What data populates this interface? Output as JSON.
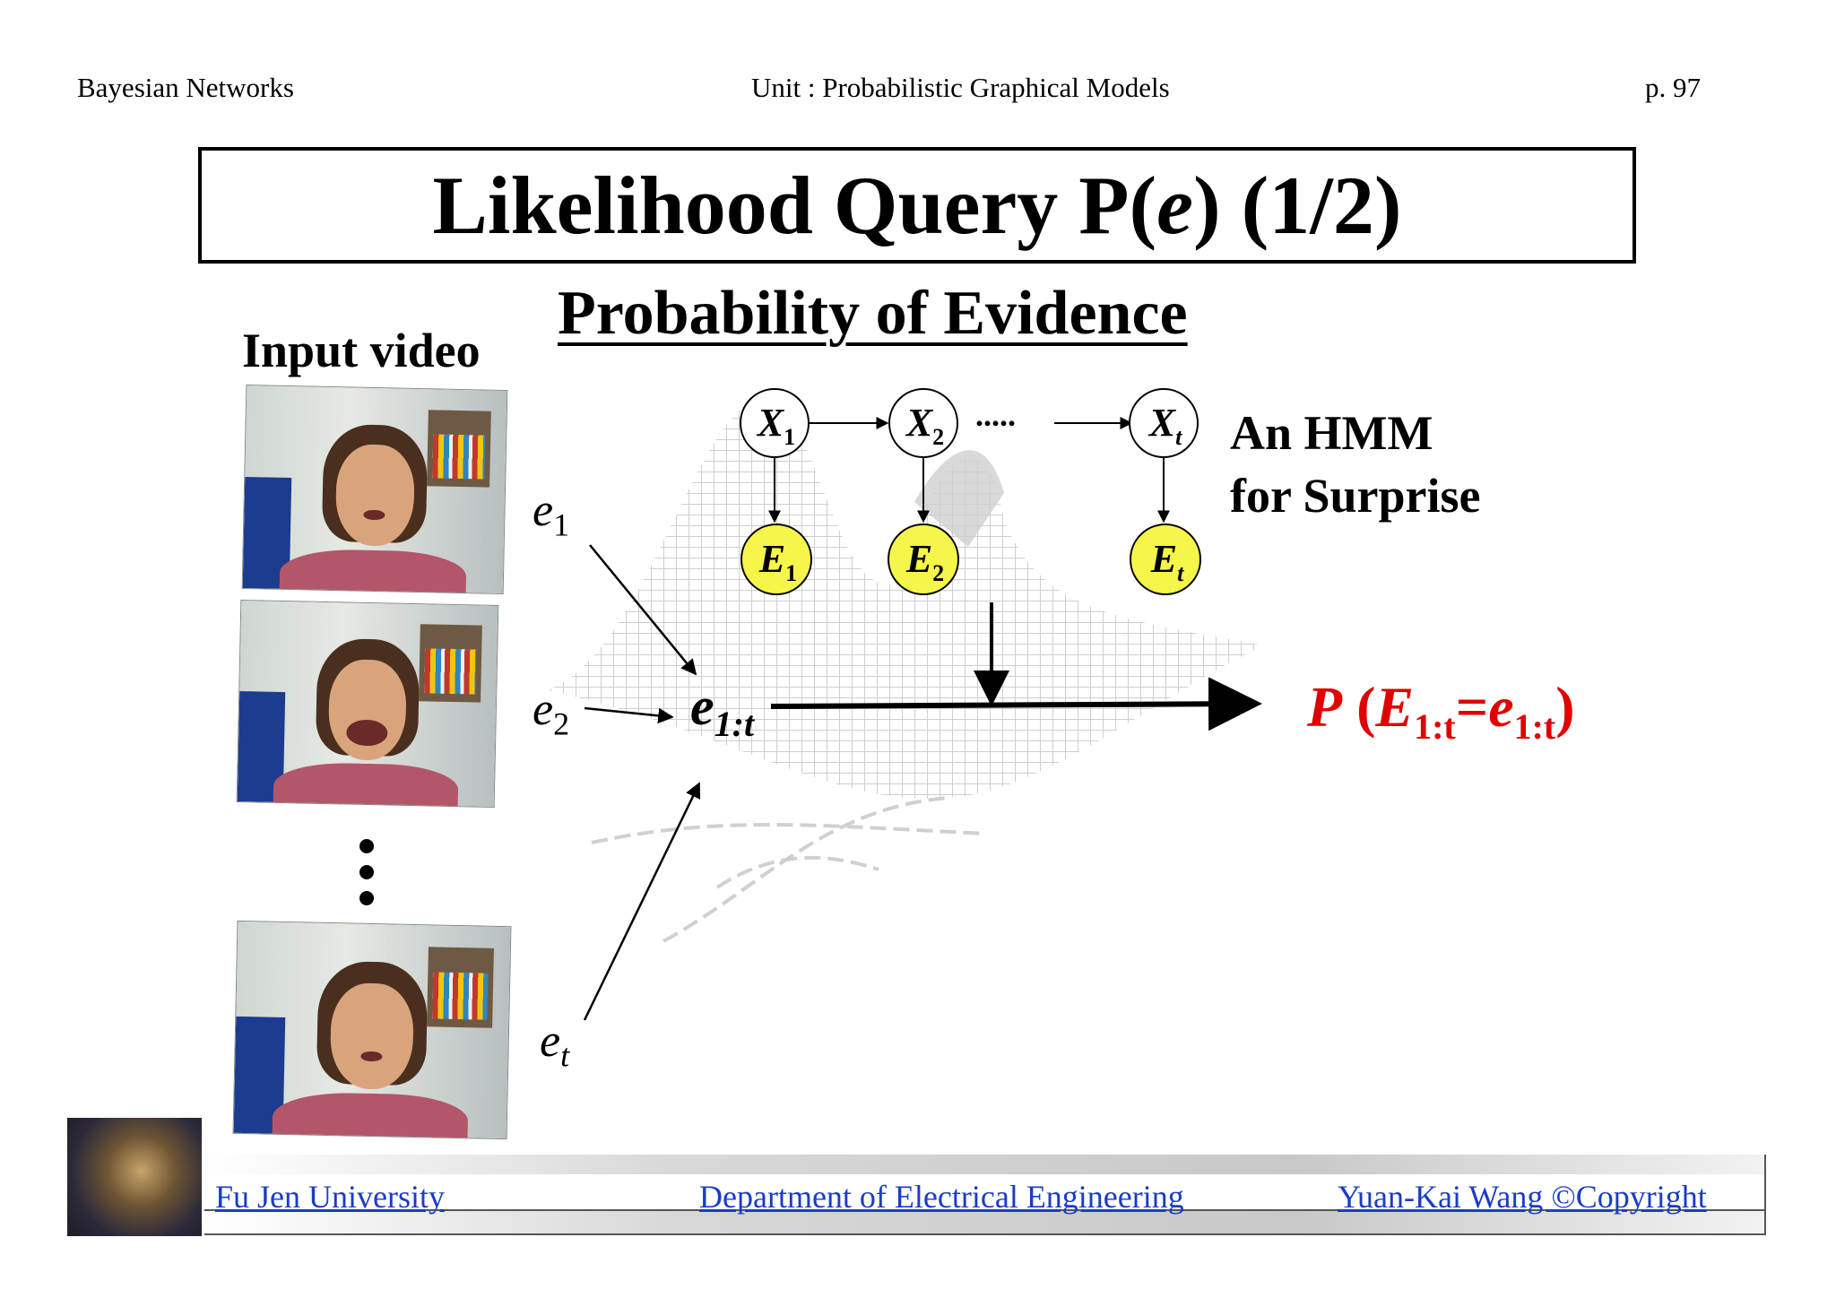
{
  "header": {
    "left": "Bayesian Networks",
    "center": "Unit : Probabilistic Graphical Models",
    "page": "p.  97"
  },
  "title": {
    "main": "Likelihood Query P(",
    "var": "e",
    "tail": ") (1/2)"
  },
  "subtitle": "Probability of Evidence",
  "input_video_label": "Input video",
  "evidence_labels": {
    "e1": "e",
    "e1_sub": "1",
    "e2": "e",
    "e2_sub": "2",
    "et": "e",
    "et_sub": "t",
    "combined": "e",
    "combined_sub": "1:t"
  },
  "hmm": {
    "hidden_nodes": [
      {
        "label": "X",
        "sub": "1"
      },
      {
        "label": "X",
        "sub": "2"
      },
      {
        "label": "X",
        "sub": "t"
      }
    ],
    "evidence_nodes": [
      {
        "label": "E",
        "sub": "1"
      },
      {
        "label": "E",
        "sub": "2"
      },
      {
        "label": "E",
        "sub": "t"
      }
    ],
    "ellipsis": ".....",
    "caption_line1": "An HMM",
    "caption_line2": "for Surprise",
    "evidence_node_color": "#f5f54a"
  },
  "result": {
    "p": "P",
    "open": " (",
    "E": "E",
    "E_sub": "1:t",
    "eq": "=",
    "e": "e",
    "e_sub": "1:t",
    "close": ")",
    "color": "#e00000"
  },
  "footer": {
    "university": "Fu Jen University",
    "department": "Department of Electrical Engineering",
    "copyright": "Yuan-Kai Wang ©Copyright",
    "link_color": "#1a3cc8"
  }
}
